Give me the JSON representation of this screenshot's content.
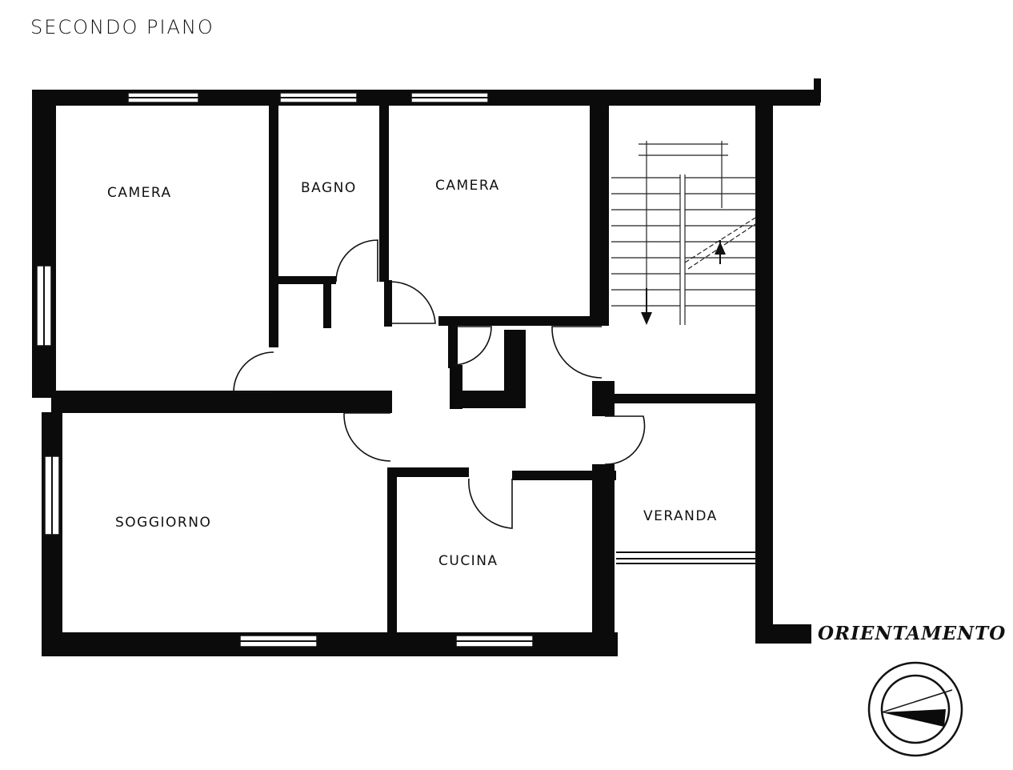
{
  "title": "SECONDO   PIANO",
  "rooms": {
    "camera_left": "CAMERA",
    "bagno": "BAGNO",
    "camera_right": "CAMERA",
    "soggiorno": "SOGGIORNO",
    "cucina": "CUCINA",
    "veranda": "VERANDA"
  },
  "orientation_label": "ORIENTAMENTO",
  "colors": {
    "ink": "#0b0b0b",
    "paper": "#ffffff"
  }
}
